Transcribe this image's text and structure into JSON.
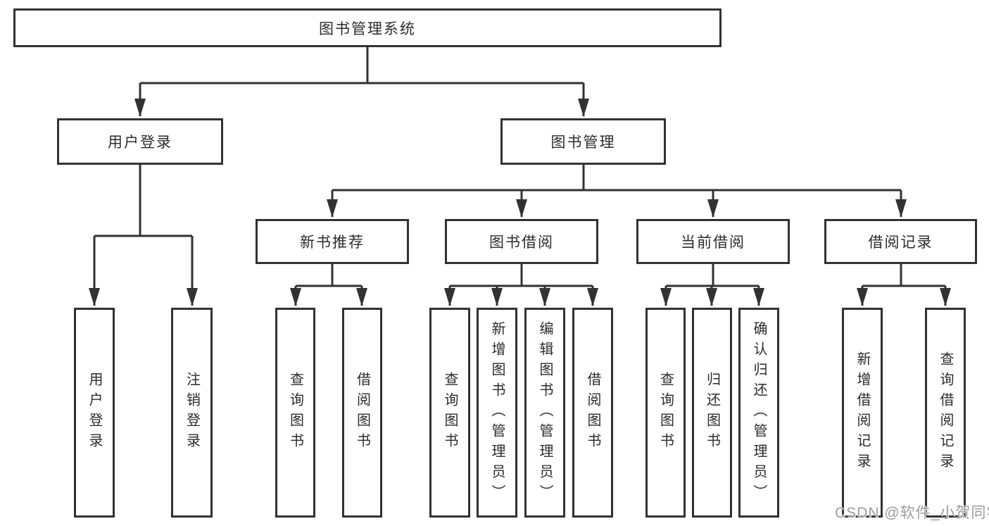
{
  "tree": {
    "root": "图书管理系统",
    "children": [
      {
        "label": "用户登录",
        "children": [
          "用户登录",
          "注销登录"
        ]
      },
      {
        "label": "图书管理",
        "children": [
          {
            "label": "新书推荐",
            "children": [
              "查询图书",
              "借阅图书"
            ]
          },
          {
            "label": "图书借阅",
            "children": [
              "查询图书",
              "新增图书（管理员）",
              "编辑图书（管理员）",
              "借阅图书"
            ]
          },
          {
            "label": "当前借阅",
            "children": [
              "查询图书",
              "归还图书",
              "确认归还（管理员）"
            ]
          },
          {
            "label": "借阅记录",
            "children": [
              "新增借阅记录",
              "查询借阅记录"
            ]
          }
        ]
      }
    ]
  },
  "colors": {
    "line": "#323232",
    "text": "#2b2b2b",
    "watermark": "#9c9c9c"
  },
  "watermark": "CSDN @软件_小贺同学"
}
